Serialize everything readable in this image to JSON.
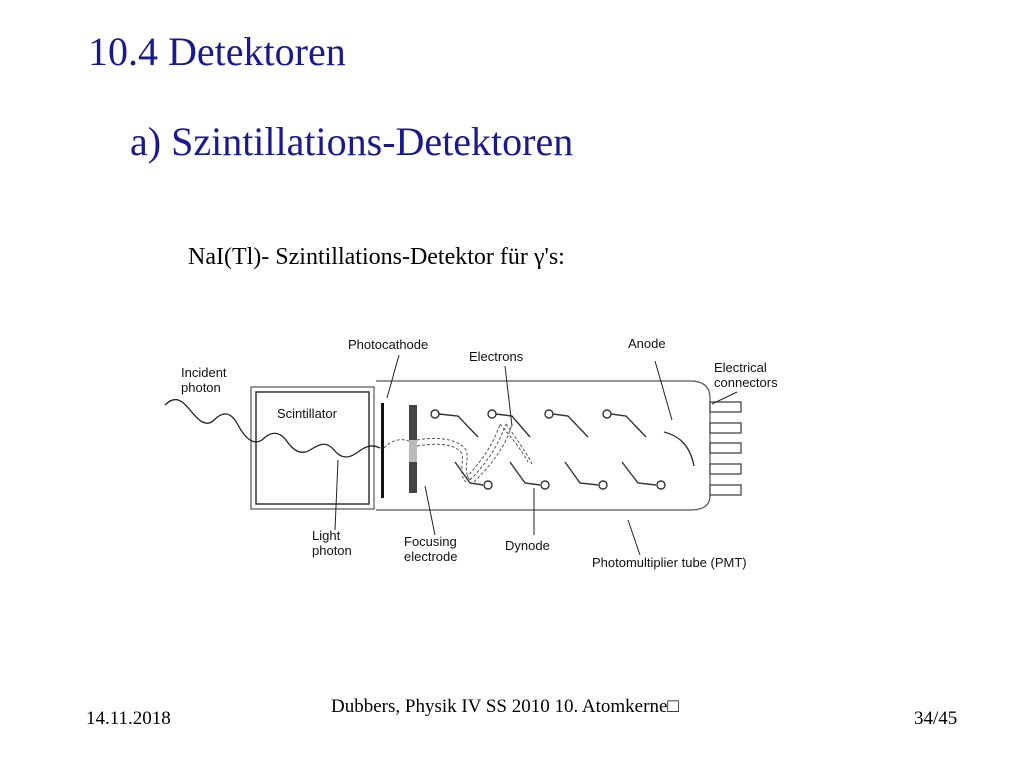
{
  "slide": {
    "title": "10.4 Detektoren",
    "subtitle": "a) Szintillations-Detektoren",
    "caption": "NaI(Tl)- Szintillations-Detektor für γ's:"
  },
  "diagram": {
    "labels": {
      "incident_photon_1": "Incident",
      "incident_photon_2": "photon",
      "scintillator": "Scintillator",
      "photocathode": "Photocathode",
      "electrons": "Electrons",
      "anode": "Anode",
      "electrical_connectors_1": "Electrical",
      "electrical_connectors_2": "connectors",
      "light_photon_1": "Light",
      "light_photon_2": "photon",
      "focusing_electrode_1": "Focusing",
      "focusing_electrode_2": "electrode",
      "dynode": "Dynode",
      "pmt": "Photomultiplier tube (PMT)"
    }
  },
  "footer": {
    "date": "14.11.2018",
    "source": "Dubbers, Physik IV SS 2010 10. Atomkerne□",
    "page": "34/45"
  }
}
